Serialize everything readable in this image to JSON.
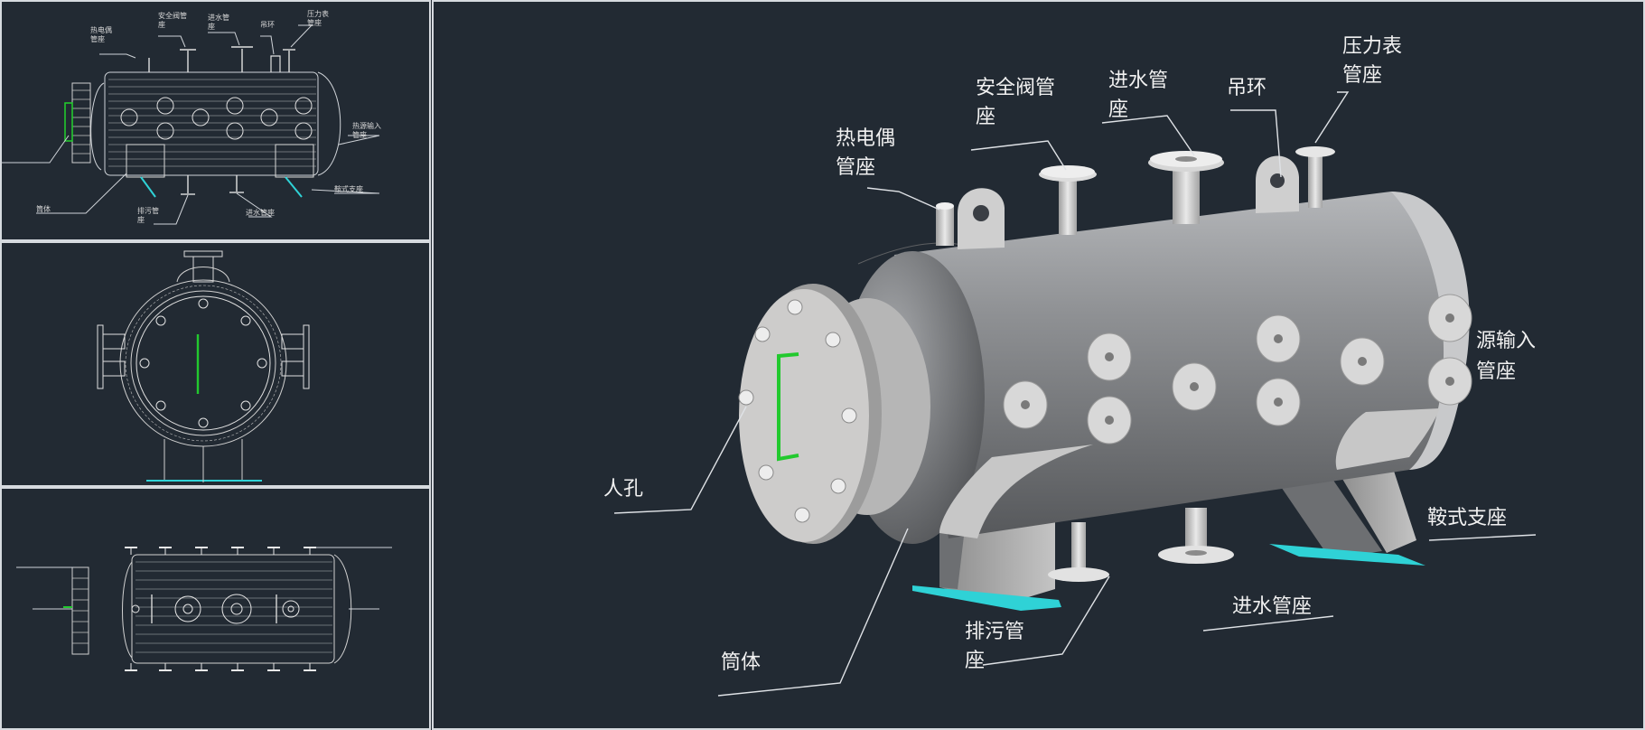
{
  "colors": {
    "background": "#222a33",
    "viewport_border": "#d6dadf",
    "label_text": "#f1f1f1",
    "highlight_label": "#d33fd3",
    "vessel_body": "#8a8c8f",
    "nozzle": "#d7d7d7",
    "saddle_base": "#2fd2d6",
    "manhole_marker": "#22c92e"
  },
  "labels_3d": {
    "thermocouple_seat": [
      "热电偶",
      "管座"
    ],
    "safety_valve_seat": [
      "安全阀管",
      "座"
    ],
    "inlet_seat_top": [
      "进水管",
      "座"
    ],
    "lifting_ring": "吊环",
    "pressure_gauge_seat": [
      "压力表",
      "管座"
    ],
    "heat_source_input_seat": [
      "源输入",
      "管座"
    ],
    "manhole": "人孔",
    "saddle_support": "鞍式支座",
    "inlet_seat_bottom": "进水管座",
    "drain_seat": [
      "排污管",
      "座"
    ],
    "shell": "筒体"
  },
  "labels_front_view": {
    "safety_valve_seat": [
      "安全阀管",
      "座"
    ],
    "inlet_seat": [
      "进水管",
      "座"
    ],
    "lifting_ring": "吊环",
    "pressure_gauge_seat": [
      "压力表",
      "管座"
    ],
    "thermocouple_seat": [
      "热电偶",
      "管座"
    ],
    "heat_source_input": [
      "热源输入",
      "管座"
    ],
    "saddle_support": "鞍式支座",
    "drain_seat": [
      "排污管",
      "座"
    ],
    "inlet_bottom": "进水管座",
    "shell": "筒体"
  }
}
